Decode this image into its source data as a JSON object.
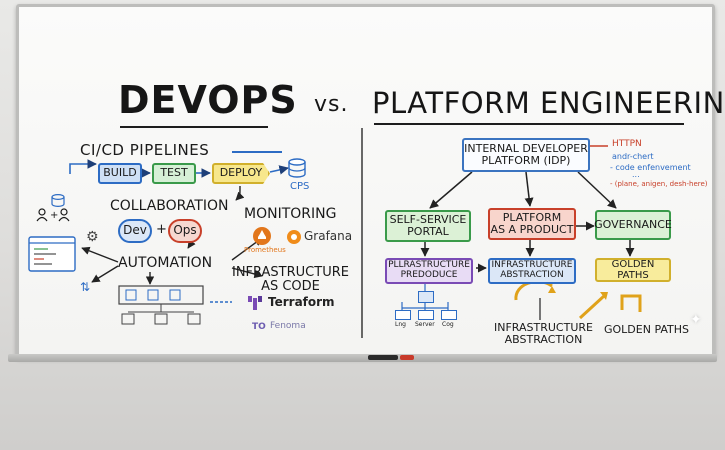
{
  "devops": {
    "title": "DEVOPS",
    "pipelines_label": "CI/CD PIPELINES",
    "stages": [
      "BUILD",
      "TEST",
      "DEPLOY"
    ],
    "cps_label": "CPS",
    "collaboration_label": "COLLABORATION",
    "dev_label": "Dev",
    "plus": "+",
    "ops_label": "Ops",
    "automation_label": "AUTOMATION",
    "monitoring_label": "MONITORING",
    "prometheus_label": "Prometheus",
    "grafana_label": "Grafana",
    "iac_label": "INFRASTRUCTURE\nAS CODE",
    "terraform_label": "Terraform",
    "faded_label": "Fenoma"
  },
  "vs_label": "vs.",
  "platform": {
    "title": "PLATFORM ENGINEERING",
    "idp_label": "INTERNAL DEVELOPER\nPLATFORM (IDP)",
    "notes": [
      "HTTPN",
      "andr-chert",
      "- code enfenvement",
      "...",
      "- (plane, anigen, desh-here)"
    ],
    "self_service_label": "SELF-SERVICE\nPORTAL",
    "platform_product_label": "PLATFORM\nAS A PRODUCT",
    "governance_label": "GOVERNANCE",
    "pllrastructure_label": "PLLRASTRUCTURE\nPREDODUCE",
    "infra_abstraction_label": "INFRASTRUCTURE\nABSTRACTION",
    "golden_paths_label": "GOLDEN PATHS",
    "tree_labels": [
      "Lng",
      "Server",
      "Cog"
    ],
    "infra_abstraction_bottom_label": "INFRASTRUCTURE\nABSTRACTION",
    "golden_paths_bottom_label": "GOLDEN PATHS"
  },
  "colors": {
    "blue": "#2d6cc4",
    "green": "#3a9a4a",
    "yellow": "#e0b800",
    "red": "#c8402a",
    "purple": "#7a4bb5",
    "orange": "#e2761b"
  }
}
